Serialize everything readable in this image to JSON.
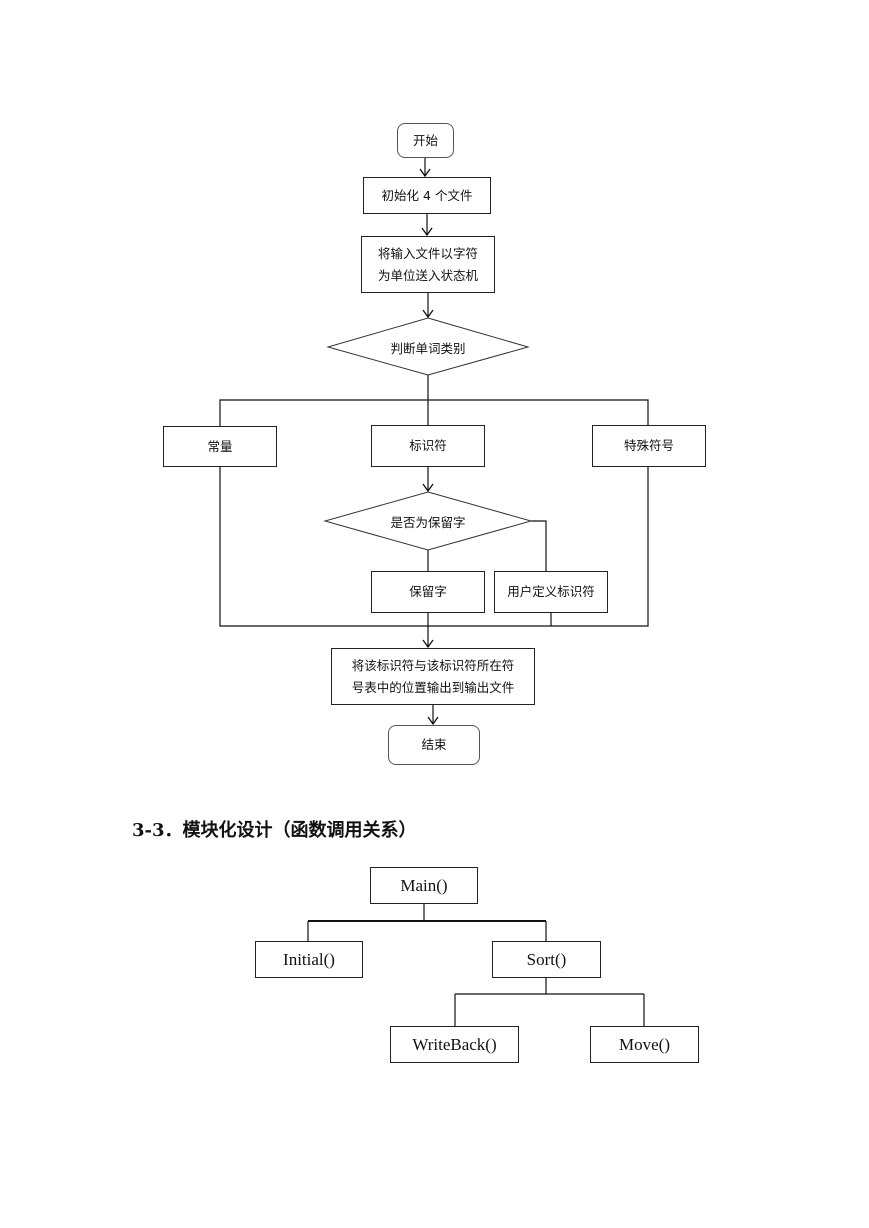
{
  "flowchart": {
    "start": "开始",
    "init": "初始化 4 个文件",
    "feed_line1": "将输入文件以字符",
    "feed_line2": "为单位送入状态机",
    "decision_type": "判断单词类别",
    "constant": "常量",
    "identifier": "标识符",
    "special_symbol": "特殊符号",
    "decision_reserved": "是否为保留字",
    "reserved_word": "保留字",
    "user_identifier": "用户定义标识符",
    "output_line1": "将该标识符与该标识符所在符",
    "output_line2": "号表中的位置输出到输出文件",
    "end": "结束"
  },
  "section_heading": "3-3．模块化设计（函数调用关系）",
  "call_tree": {
    "root": "Main()",
    "child_left": "Initial()",
    "child_right": "Sort()",
    "grandchild_left": "WriteBack()",
    "grandchild_right": "Move()"
  }
}
